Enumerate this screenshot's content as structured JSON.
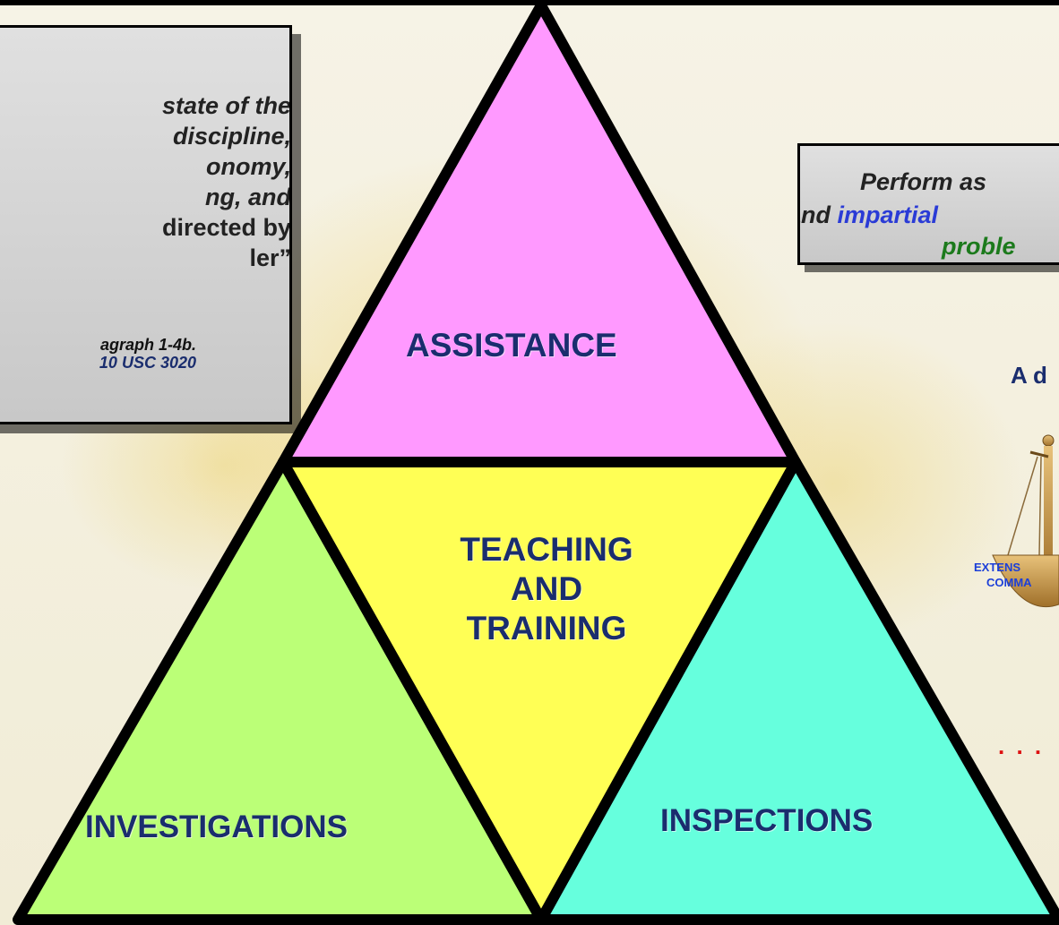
{
  "quote_panel": {
    "lines": [
      "state of the",
      "discipline,",
      "onomy,",
      "ng, and",
      "directed by",
      "ler”"
    ],
    "reference_1": "agraph 1-4b.",
    "reference_2": "10 USC 3020"
  },
  "mission_panel": {
    "line_1": "Perform as",
    "line_2_prefix": "and ",
    "line_2_highlight": "impartial",
    "line_3": "proble"
  },
  "right_heading": "A d",
  "scale": {
    "label_1": "EXTENS",
    "label_2": "COMMA",
    "ellipsis": ". . ."
  },
  "pyramid": {
    "top": "ASSISTANCE",
    "center": [
      "TEACHING",
      "AND",
      "TRAINING"
    ],
    "left": "INVESTIGATIONS",
    "right": "INSPECTIONS"
  },
  "colors": {
    "assistance": "#ff99ff",
    "teaching": "#ffff55",
    "investigations": "#bbff77",
    "inspections": "#66ffdd",
    "label_text": "#1a2d6e",
    "highlight_blue": "#2a3bd6",
    "highlight_green": "#1c7a1c"
  }
}
